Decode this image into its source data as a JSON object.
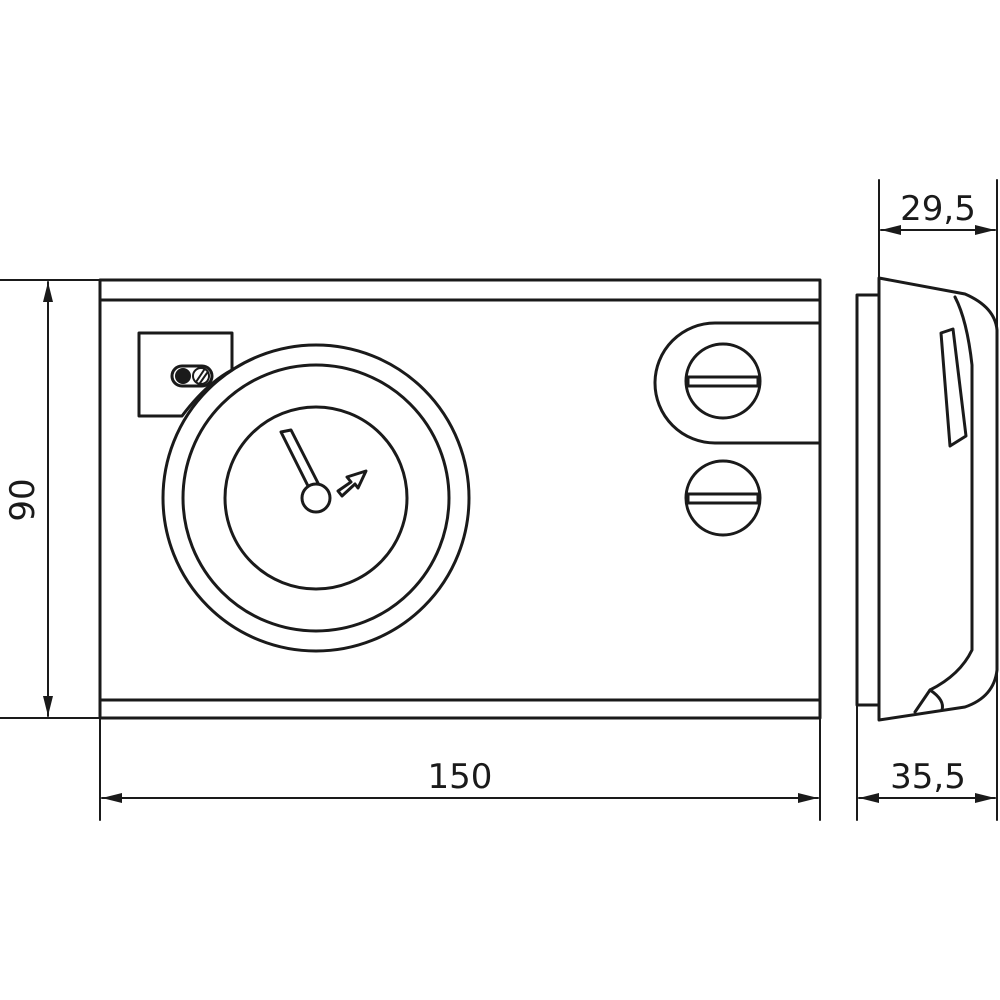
{
  "dimensions": {
    "height": "90",
    "width": "150",
    "depth_front": "29,5",
    "depth_total": "35,5"
  },
  "icons": {
    "front_switch": "toggle-switch-icon",
    "dial_symbol": "clock-hand-arrow-icon",
    "screws": "slotted-screw-icon"
  },
  "colors": {
    "line": "#1a1a1a",
    "background": "#ffffff"
  }
}
